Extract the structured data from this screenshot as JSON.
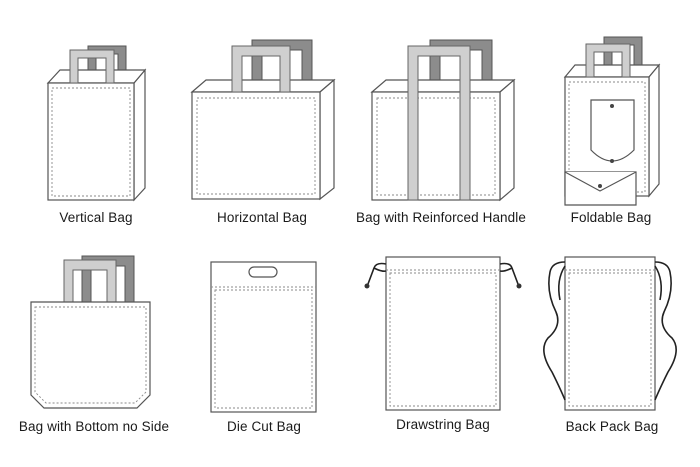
{
  "bags": [
    {
      "id": "vertical",
      "label": "Vertical Bag",
      "icon": "vertical-bag-icon"
    },
    {
      "id": "horizontal",
      "label": "Horizontal Bag",
      "icon": "horizontal-bag-icon"
    },
    {
      "id": "reinforced",
      "label": "Bag with Reinforced Handle",
      "icon": "reinforced-handle-bag-icon"
    },
    {
      "id": "foldable",
      "label": "Foldable Bag",
      "icon": "foldable-bag-icon"
    },
    {
      "id": "bottom-no-side",
      "label": "Bag with Bottom no Side",
      "icon": "bottom-no-side-bag-icon"
    },
    {
      "id": "die-cut",
      "label": "Die Cut Bag",
      "icon": "die-cut-bag-icon"
    },
    {
      "id": "drawstring",
      "label": "Drawstring Bag",
      "icon": "drawstring-bag-icon"
    },
    {
      "id": "backpack",
      "label": "Back Pack Bag",
      "icon": "backpack-bag-icon"
    }
  ],
  "colors": {
    "outline": "#555555",
    "handle_light": "#cfcfcf",
    "handle_dark": "#8c8c8c",
    "stitch": "#8a8a8a",
    "cord": "#222222"
  }
}
